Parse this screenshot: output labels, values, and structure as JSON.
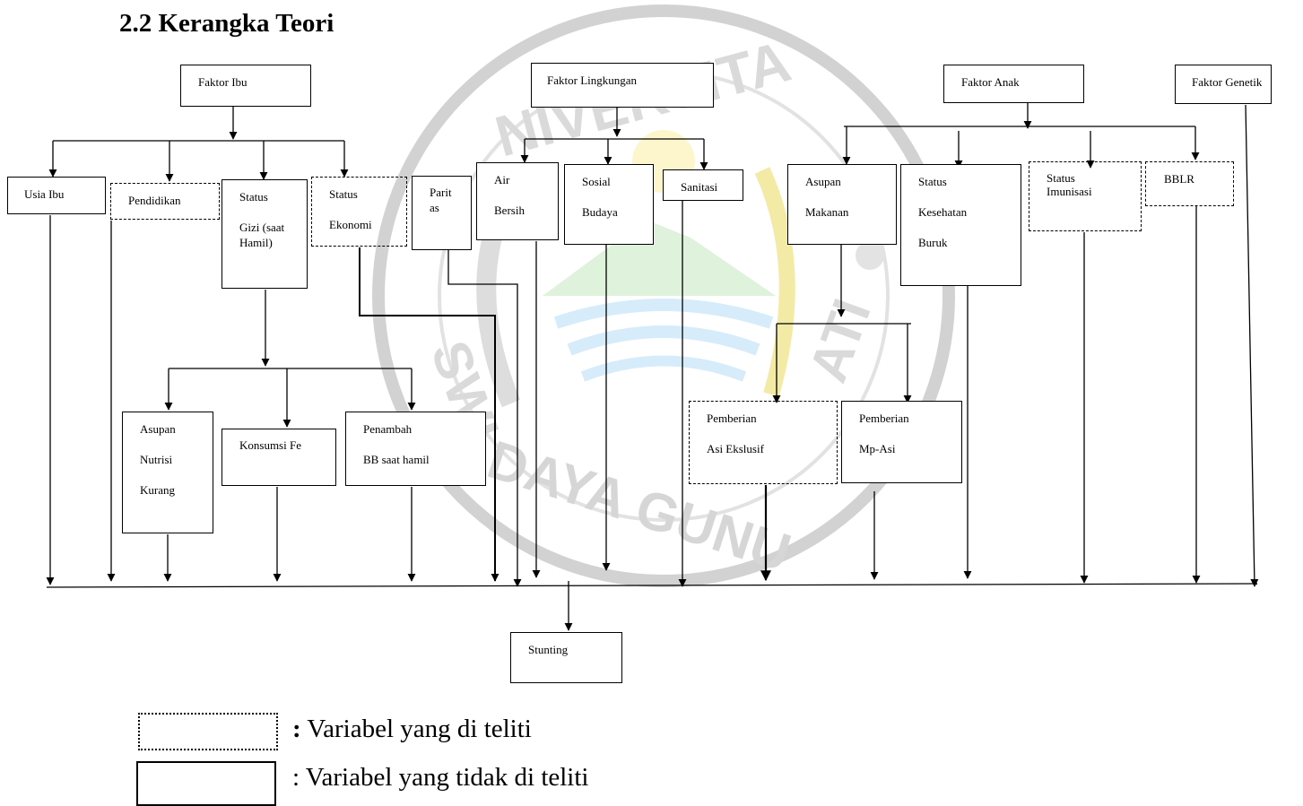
{
  "heading": "2.2 Kerangka Teori",
  "watermark": {
    "ring_top": "NIVERSITA",
    "ring_left": "SWI",
    "ring_bottom": "DAYA GUNU",
    "ring_right": "ATI"
  },
  "nodes": {
    "faktor_ibu": "Faktor Ibu",
    "faktor_lingkungan": "Faktor Lingkungan",
    "faktor_anak": "Faktor Anak",
    "faktor_genetik": "Faktor Genetik",
    "usia_ibu": "Usia Ibu",
    "pendidikan": "Pendidikan",
    "status_gizi": "Status\n\nGizi (saat\nHamil)",
    "status_ekonomi": "Status\n\nEkonomi",
    "paritas": "Parit\nas",
    "air_bersih": "Air\n\nBersih",
    "sosial_budaya": "Sosial\n\nBudaya",
    "sanitasi": "Sanitasi",
    "asupan_makanan": "Asupan\n\nMakanan",
    "status_kesehatan": "Status\n\nKesehatan\n\nBuruk",
    "status_imunisasi": "Status\nImunisasi",
    "bblr": "BBLR",
    "asupan_nutrisi": "Asupan\n\nNutrisi\n\nKurang",
    "konsumsi_fe": "Konsumsi Fe",
    "penambah_bb": "Penambah\n\nBB saat hamil",
    "pemberian_asi": "Pemberian\n\nAsi Ekslusif",
    "pemberian_mpasi": "Pemberian\n\nMp-Asi",
    "stunting": "Stunting"
  },
  "legend": {
    "studied": ": Variabel yang di teliti",
    "not_studied": ": Variabel yang tidak di teliti"
  }
}
